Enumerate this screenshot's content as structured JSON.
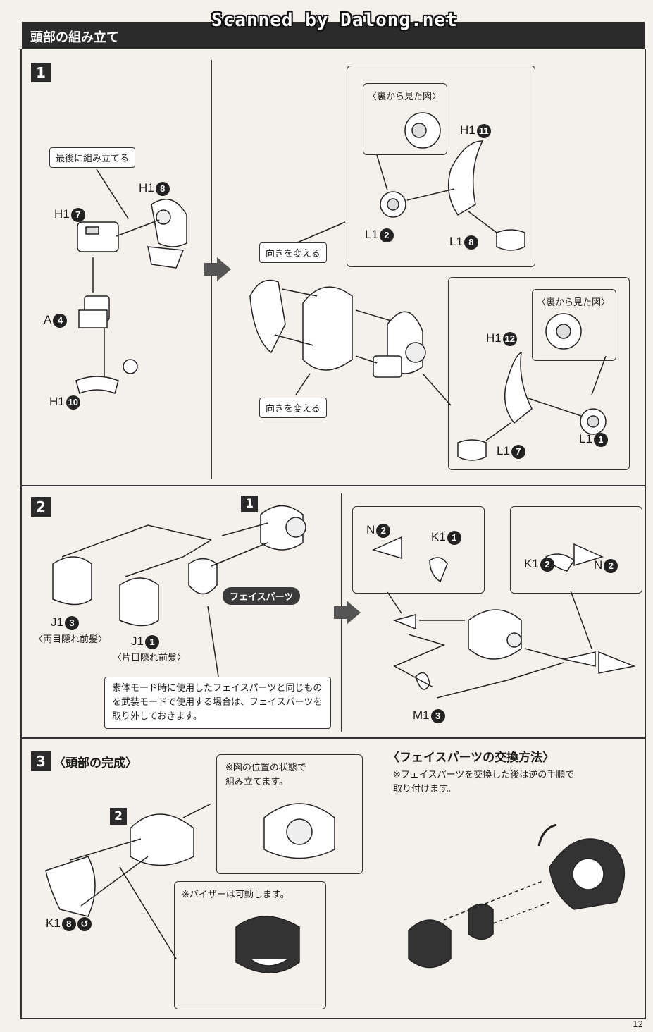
{
  "header": {
    "title": "頭部の組み立て",
    "watermark": "Scanned by Dalong.net"
  },
  "step1": {
    "badge": "1",
    "callout_last": "最後に組み立てる",
    "parts": {
      "h1_8": "H1",
      "h1_7": "H1",
      "a4": "A",
      "h1_10": "H1",
      "h1_11": "H1",
      "l1_2": "L1",
      "l1_8": "L1",
      "h1_12": "H1",
      "l1_7": "L1",
      "l1_1": "L1"
    },
    "part_nums": {
      "h1_8": "8",
      "h1_7": "7",
      "a4": "4",
      "h1_10": "10",
      "h1_11": "11",
      "l1_2": "2",
      "l1_8": "8",
      "h1_12": "12",
      "l1_7": "7",
      "l1_1": "1"
    },
    "back_view": "〈裏から見た図〉",
    "back_view_2": "〈裏から見た図〉",
    "turn_top": "向きを変える",
    "turn_bottom": "向きを変える"
  },
  "step2": {
    "badge": "2",
    "ref_badge": "1",
    "j1_3": "J1",
    "j1_3_num": "3",
    "j1_3_desc": "〈両目隠れ前髪〉",
    "j1_1": "J1",
    "j1_1_num": "1",
    "j1_1_desc": "〈片目隠れ前髪〉",
    "face_parts": "フェイスパーツ",
    "note": "素体モード時に使用したフェイスパーツと同じものを武装モードで使用する場合は、フェイスパーツを取り外しておきます。",
    "n2_a": "N",
    "n2_a_num": "2",
    "k1_1": "K1",
    "k1_1_num": "1",
    "k1_2": "K1",
    "k1_2_num": "2",
    "n2_b": "N",
    "n2_b_num": "2",
    "m1_3": "M1",
    "m1_3_num": "3"
  },
  "step3": {
    "badge": "3",
    "title": "〈頭部の完成〉",
    "ref_badge": "2",
    "note_position": "※図の位置の状態で\n組み立てます。",
    "note_visor": "※バイザーは可動します。",
    "k1_8": "K1",
    "k1_8_num": "8"
  },
  "face_swap": {
    "title": "〈フェイスパーツの交換方法〉",
    "note": "※フェイスパーツを交換した後は逆の手順で\n取り付けます。"
  },
  "page_number": "12"
}
